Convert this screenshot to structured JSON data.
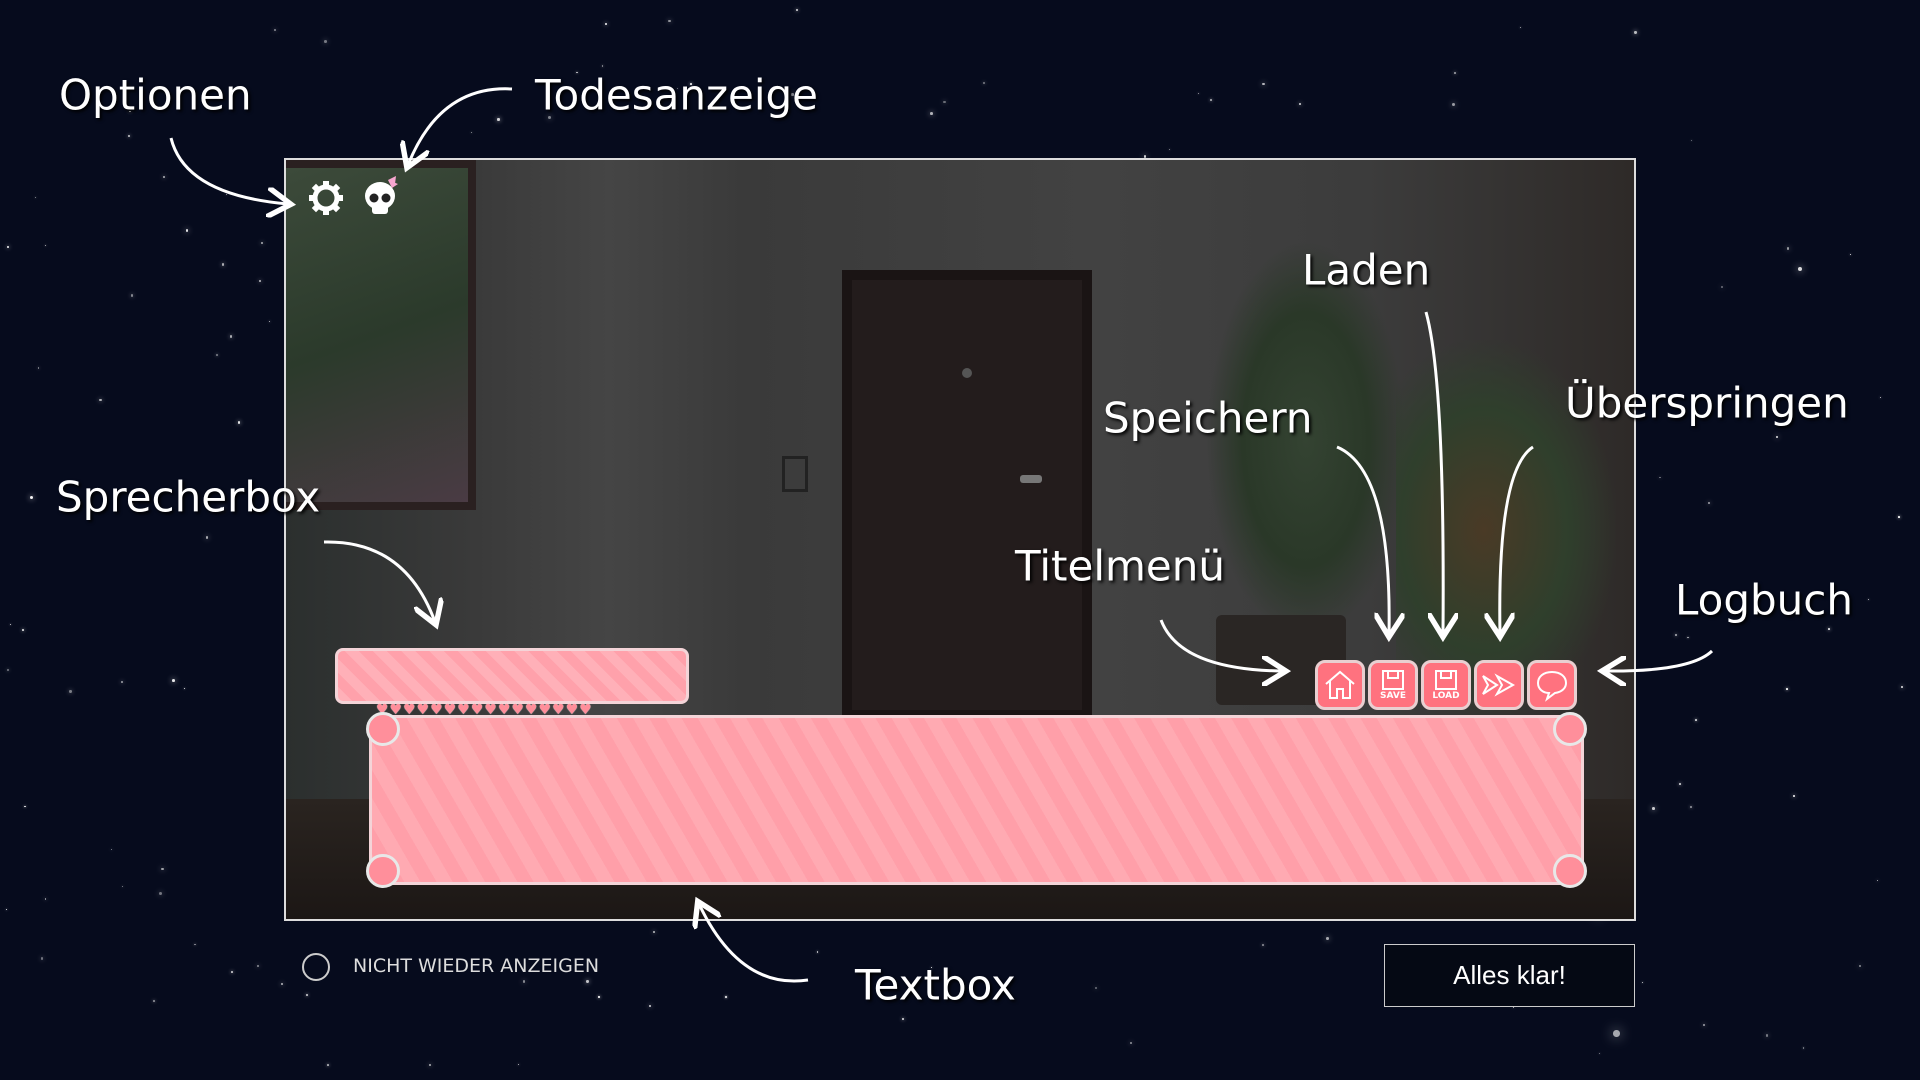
{
  "annotations": {
    "options": "Optionen",
    "death_counter": "Todesanzeige",
    "load": "Laden",
    "save": "Speichern",
    "skip": "Überspringen",
    "speaker_box": "Sprecherbox",
    "title_menu": "Titelmenü",
    "log": "Logbuch",
    "textbox": "Textbox"
  },
  "game_buttons": {
    "save_text": "SAVE",
    "load_text": "LOAD"
  },
  "footer": {
    "dont_show_again": "NICHT WIEDER ANZEIGEN",
    "ok_button": "Alles klar!"
  },
  "colors": {
    "background": "#060b1d",
    "button_pink": "#ff727f",
    "box_pink": "#ffa5ae"
  }
}
